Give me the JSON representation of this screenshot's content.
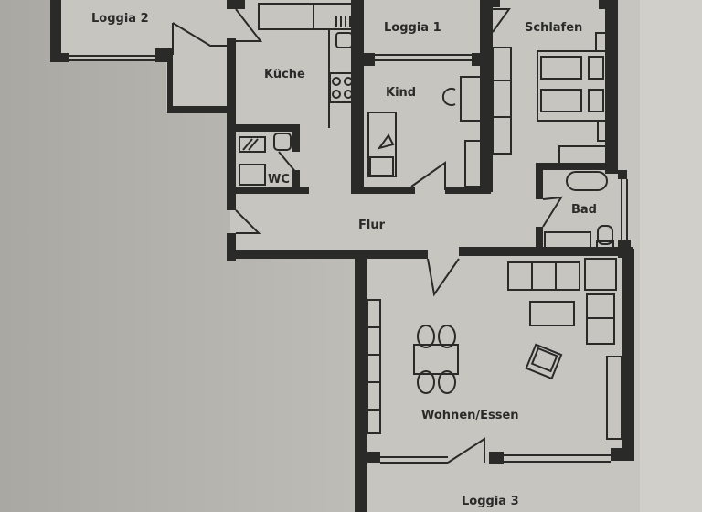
{
  "plan": {
    "colors": {
      "paper": "#c6c5c0",
      "background": "#b9b8b3",
      "ink": "#2a2a28"
    },
    "rooms": [
      {
        "id": "loggia2",
        "label": "Loggia 2"
      },
      {
        "id": "kueche",
        "label": "Küche"
      },
      {
        "id": "loggia1",
        "label": "Loggia 1"
      },
      {
        "id": "schlafen",
        "label": "Schlafen"
      },
      {
        "id": "kind",
        "label": "Kind"
      },
      {
        "id": "wc",
        "label": "WC"
      },
      {
        "id": "bad",
        "label": "Bad"
      },
      {
        "id": "flur",
        "label": "Flur"
      },
      {
        "id": "wohnen",
        "label": "Wohnen/Essen"
      },
      {
        "id": "loggia3",
        "label": "Loggia 3"
      }
    ]
  }
}
